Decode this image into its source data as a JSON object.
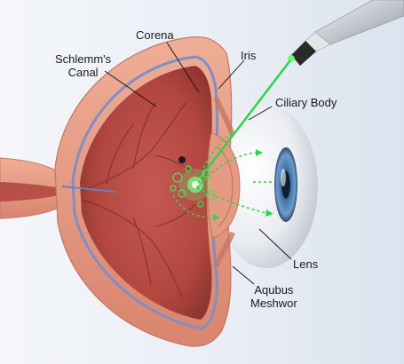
{
  "labels": {
    "corena": "Corena",
    "schlemms_canal": [
      "Schlemm's",
      "Canal"
    ],
    "iris": "Iris",
    "ciliary_body": "Ciliary Body",
    "lens": "Lens",
    "aqubus_meshwork": [
      "Aqubus",
      "Meshwor"
    ]
  },
  "colors": {
    "background_top": "#dfe6f0",
    "background_bottom": "#f7f8fb",
    "sclera_outer": "#e8a089",
    "sclera_inner": "#d48672",
    "vitreous": "#b94e48",
    "vitreous_dark": "#9d3a36",
    "blood_vessel": "#7a2c28",
    "blue_vessel": "#6f7fb8",
    "laser_green": "#2fd34a",
    "eyeball_white": "#eef0f4",
    "iris_blue": "#4f7fb0",
    "pupil": "#0f1f33",
    "probe_body": "#c9ccd1",
    "probe_dark": "#2a2a2a"
  },
  "icons": [
    "laser-probe-icon",
    "laser-beam-icon",
    "laser-burst-icon"
  ]
}
